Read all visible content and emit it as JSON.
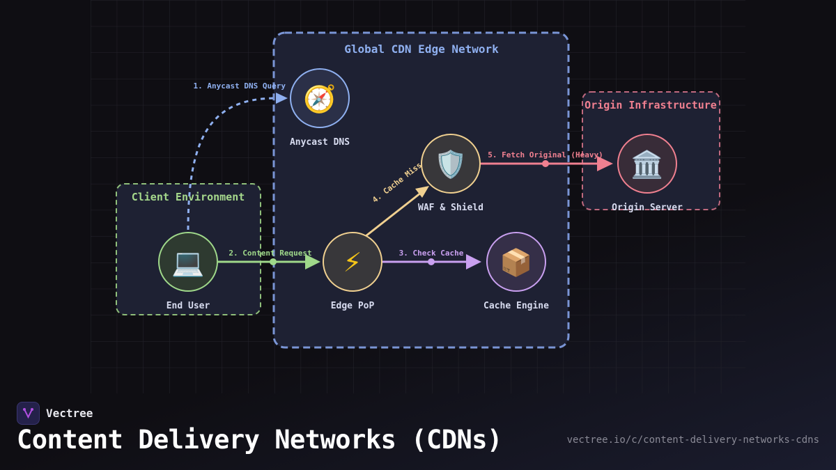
{
  "groups": {
    "cdn": {
      "title": "Global CDN Edge Network",
      "color": "#7a95d6"
    },
    "client": {
      "title": "Client Environment",
      "color": "#8fbf7a"
    },
    "origin": {
      "title": "Origin Infrastructure",
      "color": "#c0697f"
    }
  },
  "nodes": {
    "dns": {
      "label": "Anycast DNS",
      "icon": "compass-icon",
      "glyph": "🧭",
      "color": "#8fb0f0"
    },
    "user": {
      "label": "End User",
      "icon": "laptop-icon",
      "glyph": "💻",
      "color": "#9fd88a"
    },
    "edge": {
      "label": "Edge PoP",
      "icon": "lightning-icon",
      "glyph": "⚡",
      "color": "#f0d090"
    },
    "waf": {
      "label": "WAF & Shield",
      "icon": "shield-icon",
      "glyph": "🛡️",
      "color": "#f0d090"
    },
    "cache": {
      "label": "Cache Engine",
      "icon": "package-icon",
      "glyph": "📦",
      "color": "#c9a0f0"
    },
    "origin": {
      "label": "Origin Server",
      "icon": "classical-building-icon",
      "glyph": "🏛️",
      "color": "#f08090"
    }
  },
  "edges": {
    "e1": {
      "label": "1. Anycast DNS Query",
      "color": "#8fb0f0"
    },
    "e2": {
      "label": "2. Content Request",
      "color": "#9fd88a"
    },
    "e3": {
      "label": "3. Check Cache",
      "color": "#c9a0f0"
    },
    "e4": {
      "label": "4. Cache Miss",
      "color": "#f0d090"
    },
    "e5": {
      "label": "5. Fetch Original (Heavy)",
      "color": "#f08090"
    }
  },
  "footer": {
    "brand": "Vectree",
    "title": "Content Delivery Networks (CDNs)",
    "url": "vectree.io/c/content-delivery-networks-cdns"
  }
}
